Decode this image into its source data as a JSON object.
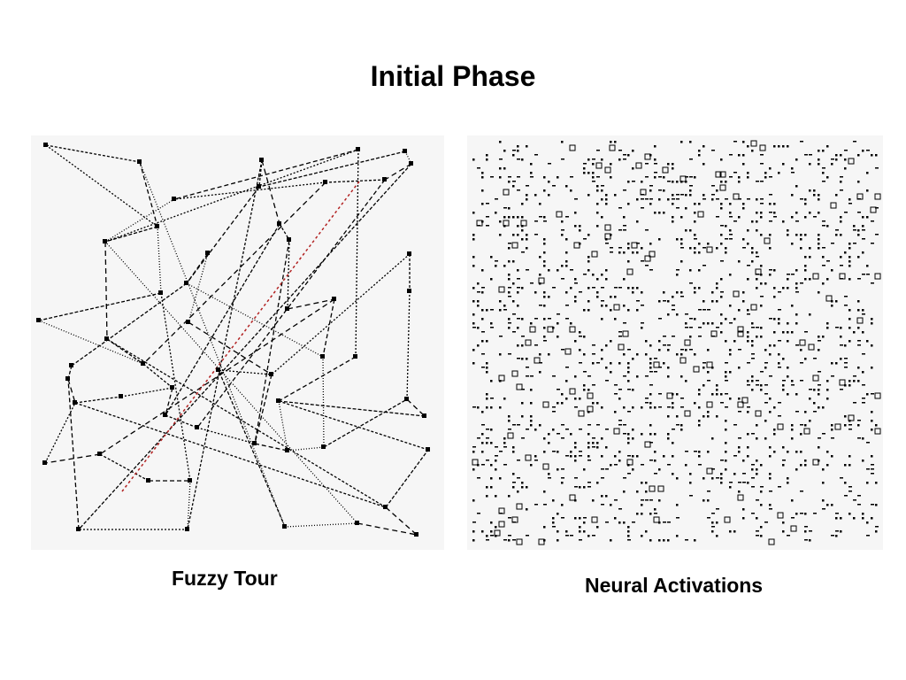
{
  "title": "Initial Phase",
  "panels": {
    "tour_caption": "Fuzzy Tour",
    "activations_caption": "Neural Activations"
  },
  "colors": {
    "background": "#ffffff",
    "panel_background": "#f6f6f6",
    "line": "#000000",
    "highlight_edge": "#b22222"
  }
}
